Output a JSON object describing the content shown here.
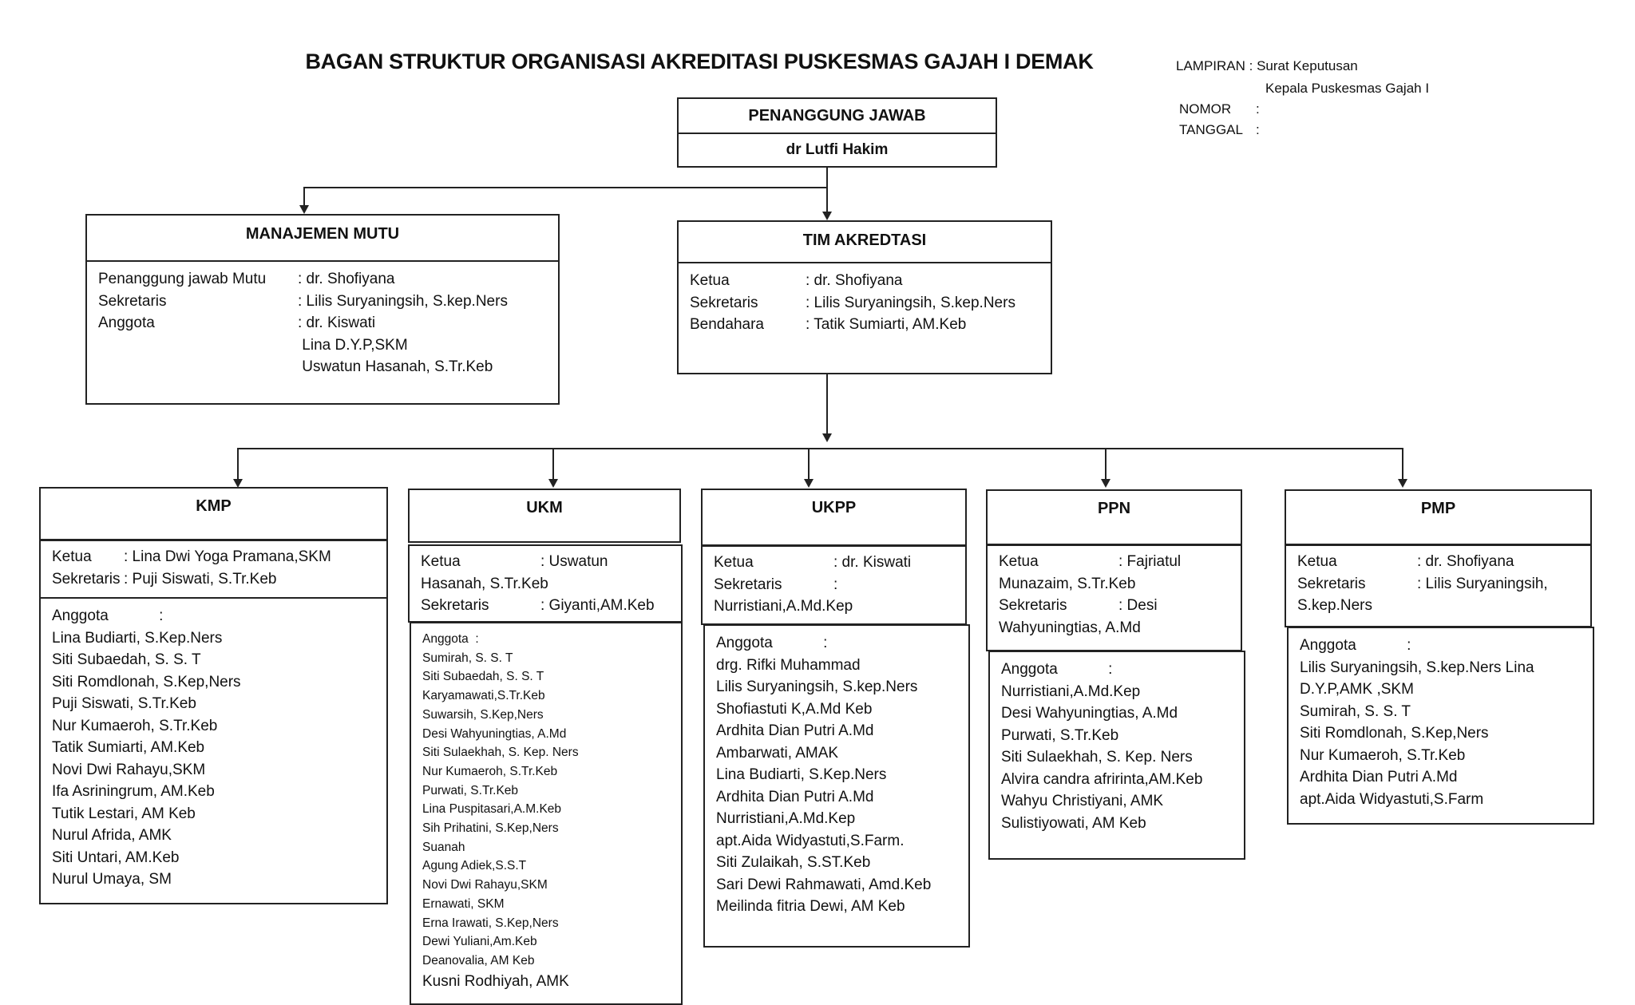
{
  "title": "BAGAN STRUKTUR ORGANISASI AKREDITASI  PUSKESMAS GAJAH I DEMAK",
  "lampiran": {
    "label": "LAMPIRAN :",
    "line1": "Surat Keputusan",
    "line2": "Kepala Puskesmas Gajah I",
    "nomor": "NOMOR",
    "tanggal": "TANGGAL",
    "colon": ":"
  },
  "penanggung_jawab": {
    "heading": "PENANGGUNG JAWAB",
    "name": "dr  Lutfi Hakim"
  },
  "manajemen_mutu": {
    "heading": "MANAJEMEN  MUTU",
    "rows": [
      {
        "label": "Penanggung jawab Mutu",
        "value": ":  dr. Shofiyana"
      },
      {
        "label": "Sekretaris",
        "value": ": Lilis Suryaningsih, S.kep.Ners"
      },
      {
        "label": "Anggota",
        "value": ": dr. Kiswati"
      },
      {
        "label": "",
        "value": "  Lina D.Y.P,SKM"
      },
      {
        "label": "",
        "value": "  Uswatun Hasanah, S.Tr.Keb"
      }
    ]
  },
  "tim_akreditasi": {
    "heading": "TIM AKREDTASI",
    "rows": [
      {
        "label": "Ketua",
        "value": ":  dr. Shofiyana"
      },
      {
        "label": "Sekretaris",
        "value": ":  Lilis Suryaningsih, S.kep.Ners"
      },
      {
        "label": "Bendahara",
        "value": ":  Tatik Sumiarti, AM.Keb"
      }
    ]
  },
  "units": [
    {
      "heading": "KMP",
      "rows": [
        {
          "label": "Ketua",
          "value": ":  Lina Dwi Yoga Pramana,SKM"
        },
        {
          "label": "Sekretaris",
          "value": ":  Puji Siswati, S.Tr.Keb"
        }
      ],
      "anggota_label": "Anggota            :",
      "anggota": [
        "Lina Budiarti, S.Kep.Ners",
        "Siti Subaedah, S. S. T",
        "Siti Romdlonah, S.Kep,Ners",
        "Puji Siswati, S.Tr.Keb",
        "Nur Kumaeroh, S.Tr.Keb",
        "Tatik Sumiarti, AM.Keb",
        "Novi  Dwi Rahayu,SKM",
        "Ifa Asriningrum, AM.Keb",
        "Tutik Lestari, AM Keb",
        "Nurul Afrida, AMK",
        "Siti Untari, AM.Keb",
        "Nurul Umaya, SM"
      ]
    },
    {
      "heading": "UKM",
      "rows": [
        {
          "label": "Ketua",
          "value": ":  Uswatun Hasanah, S.Tr.Keb"
        },
        {
          "label": "Sekretaris",
          "value": ":  Giyanti,AM.Keb"
        }
      ],
      "anggota_label": "Anggota  :",
      "anggota": [
        "Sumirah, S. S. T",
        "Siti Subaedah, S. S. T",
        "Karyamawati,S.Tr.Keb",
        "Suwarsih, S.Kep,Ners",
        "Desi Wahyuningtias, A.Md",
        "Siti Sulaekhah, S. Kep. Ners",
        "Nur Kumaeroh, S.Tr.Keb",
        "Purwati, S.Tr.Keb",
        "Lina Puspitasari,A.M.Keb",
        "Sih Prihatini, S.Kep,Ners",
        "Suanah",
        "Agung Adiek,S.S.T",
        "Novi  Dwi Rahayu,SKM",
        "Ernawati, SKM",
        "Erna Irawati, S.Kep,Ners",
        "Dewi Yuliani,Am.Keb",
        "Deanovalia, AM Keb",
        "Kusni Rodhiyah, AMK"
      ]
    },
    {
      "heading": "UKPP",
      "rows": [
        {
          "label": "Ketua",
          "value": ":  dr. Kiswati"
        },
        {
          "label": "Sekretaris",
          "value": ":  Nurristiani,A.Md.Kep"
        }
      ],
      "anggota_label": "Anggota            :",
      "anggota": [
        "drg. Rifki Muhammad",
        "Lilis Suryaningsih, S.kep.Ners",
        "Shofiastuti K,A.Md Keb",
        "Ardhita Dian Putri A.Md",
        "Ambarwati, AMAK",
        "Lina Budiarti, S.Kep.Ners",
        "Ardhita Dian Putri A.Md",
        "Nurristiani,A.Md.Kep",
        "apt.Aida Widyastuti,S.Farm.",
        "Siti Zulaikah, S.ST.Keb",
        "Sari Dewi Rahmawati, Amd.Keb",
        "Meilinda fitria Dewi, AM Keb"
      ]
    },
    {
      "heading": "PPN",
      "rows": [
        {
          "label": "Ketua",
          "value": ":  Fajriatul Munazaim, S.Tr.Keb"
        },
        {
          "label": "Sekretaris",
          "value": ":  Desi Wahyuningtias, A.Md"
        }
      ],
      "anggota_label": "Anggota            :",
      "anggota": [
        "Nurristiani,A.Md.Kep",
        "Desi Wahyuningtias, A.Md",
        "Purwati, S.Tr.Keb",
        "Siti Sulaekhah, S. Kep. Ners",
        "Alvira candra afririnta,AM.Keb",
        "Wahyu Christiyani, AMK",
        "Sulistiyowati, AM Keb"
      ]
    },
    {
      "heading": "PMP",
      "rows": [
        {
          "label": "Ketua",
          "value": ":  dr. Shofiyana"
        },
        {
          "label": "Sekretaris",
          "value": ": Lilis Suryaningsih, S.kep.Ners"
        }
      ],
      "anggota_label": "Anggota            :",
      "anggota": [
        "Lilis Suryaningsih, S.kep.Ners        Lina D.Y.P,AMK ,SKM",
        "Sumirah, S. S. T",
        "Siti Romdlonah, S.Kep,Ners",
        "Nur Kumaeroh, S.Tr.Keb",
        "Ardhita Dian Putri A.Md",
        "apt.Aida Widyastuti,S.Farm"
      ]
    }
  ]
}
